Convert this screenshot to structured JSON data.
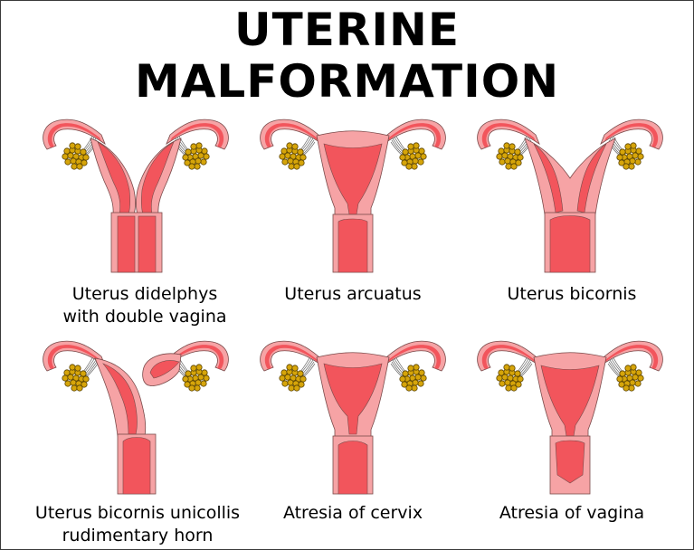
{
  "title": {
    "line1": "UTERINE",
    "line2": "MALFORMATION"
  },
  "colors": {
    "outer_tissue": "#f6a3a5",
    "inner_tissue": "#f2555c",
    "ovary": "#d6a50a",
    "ovary_outline": "#5a4300",
    "outline": "#7a4a4a",
    "ligament": "#7a7a7a"
  },
  "panels": [
    {
      "id": "didelphys",
      "caption_line1": "Uterus didelphys",
      "caption_line2": "with double vagina"
    },
    {
      "id": "arcuatus",
      "caption_line1": "Uterus arcuatus",
      "caption_line2": ""
    },
    {
      "id": "bicornis",
      "caption_line1": "Uterus bicornis",
      "caption_line2": ""
    },
    {
      "id": "unicollis",
      "caption_line1": "Uterus bicornis unicollis",
      "caption_line2": "rudimentary horn"
    },
    {
      "id": "atresia-cervix",
      "caption_line1": "Atresia of cervix",
      "caption_line2": ""
    },
    {
      "id": "atresia-vagina",
      "caption_line1": "Atresia of vagina",
      "caption_line2": ""
    }
  ]
}
